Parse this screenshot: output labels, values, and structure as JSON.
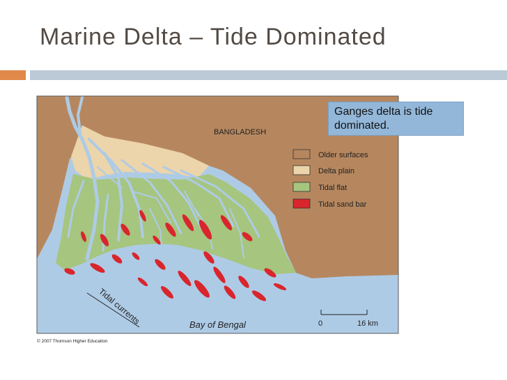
{
  "slide": {
    "title": "Marine Delta – Tide Dominated",
    "callout_line1": "Ganges delta is tide",
    "callout_line2": "dominated."
  },
  "figure": {
    "country_label": "BANGLADESH",
    "sea_label": "Bay of Bengal",
    "currents_label": "Tidal currents",
    "copyright": "© 2007 Thomson Higher Education",
    "scale": {
      "start": "0",
      "end": "16 km"
    },
    "legend": [
      {
        "label": "Older surfaces",
        "color": "#b6875f"
      },
      {
        "label": "Delta plain",
        "color": "#ecd4ab"
      },
      {
        "label": "Tidal flat",
        "color": "#a6c57f"
      },
      {
        "label": "Tidal sand bar",
        "color": "#d8262c"
      }
    ]
  },
  "colors": {
    "title": "#524a44",
    "accent": "#e0894a",
    "divider": "#bccad7",
    "water": "#aecbe6",
    "older_surfaces": "#b6875f",
    "delta_plain": "#ecd4ab",
    "tidal_flat": "#a6c57f",
    "sand_bar": "#d8262c",
    "callout": "#93b7d9"
  }
}
